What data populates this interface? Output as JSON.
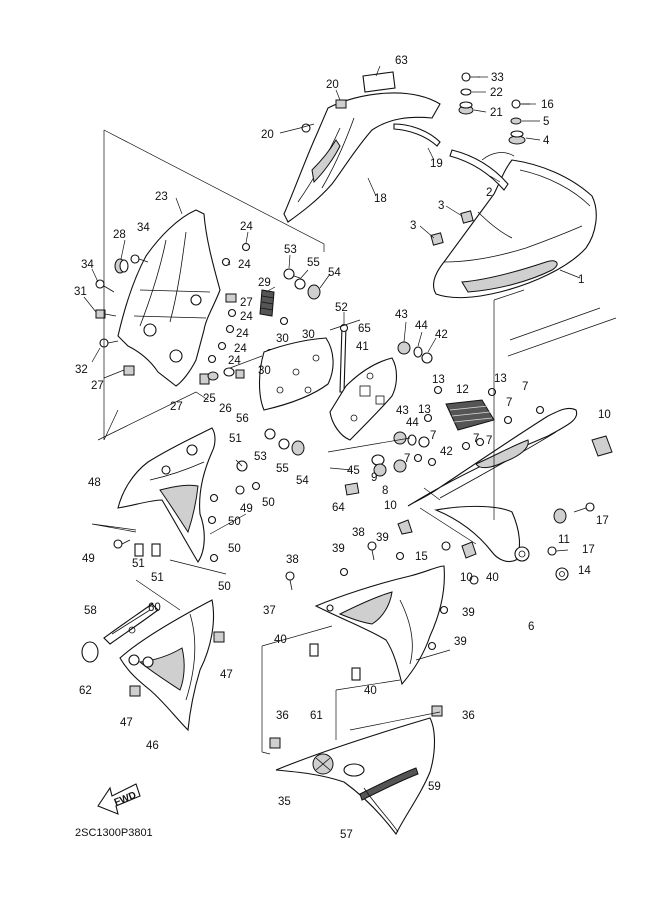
{
  "diagram": {
    "code": "2SC1300P3801",
    "fwd_label": "FWD",
    "callouts": [
      {
        "id": "c63",
        "text": "63"
      },
      {
        "id": "c20a",
        "text": "20"
      },
      {
        "id": "c20b",
        "text": "20"
      },
      {
        "id": "c33",
        "text": "33"
      },
      {
        "id": "c22",
        "text": "22"
      },
      {
        "id": "c21",
        "text": "21"
      },
      {
        "id": "c16",
        "text": "16"
      },
      {
        "id": "c5",
        "text": "5"
      },
      {
        "id": "c4",
        "text": "4"
      },
      {
        "id": "c19",
        "text": "19"
      },
      {
        "id": "c18",
        "text": "18"
      },
      {
        "id": "c2",
        "text": "2"
      },
      {
        "id": "c3a",
        "text": "3"
      },
      {
        "id": "c3b",
        "text": "3"
      },
      {
        "id": "c1",
        "text": "1"
      },
      {
        "id": "c23",
        "text": "23"
      },
      {
        "id": "c24a",
        "text": "24"
      },
      {
        "id": "c24b",
        "text": "24"
      },
      {
        "id": "c24c",
        "text": "24"
      },
      {
        "id": "c24d",
        "text": "24"
      },
      {
        "id": "c24e",
        "text": "24"
      },
      {
        "id": "c24f",
        "text": "24"
      },
      {
        "id": "c28",
        "text": "28"
      },
      {
        "id": "c34a",
        "text": "34"
      },
      {
        "id": "c34b",
        "text": "34"
      },
      {
        "id": "c31",
        "text": "31"
      },
      {
        "id": "c32",
        "text": "32"
      },
      {
        "id": "c27a",
        "text": "27"
      },
      {
        "id": "c27b",
        "text": "27"
      },
      {
        "id": "c27c",
        "text": "27"
      },
      {
        "id": "c53a",
        "text": "53"
      },
      {
        "id": "c55a",
        "text": "55"
      },
      {
        "id": "c54a",
        "text": "54"
      },
      {
        "id": "c29",
        "text": "29"
      },
      {
        "id": "c30a",
        "text": "30"
      },
      {
        "id": "c30b",
        "text": "30"
      },
      {
        "id": "c30c",
        "text": "30"
      },
      {
        "id": "c25",
        "text": "25"
      },
      {
        "id": "c26",
        "text": "26"
      },
      {
        "id": "c56",
        "text": "56"
      },
      {
        "id": "c52",
        "text": "52"
      },
      {
        "id": "c65",
        "text": "65"
      },
      {
        "id": "c43a",
        "text": "43"
      },
      {
        "id": "c44a",
        "text": "44"
      },
      {
        "id": "c42a",
        "text": "42"
      },
      {
        "id": "c41",
        "text": "41"
      },
      {
        "id": "c13a",
        "text": "13"
      },
      {
        "id": "c12",
        "text": "12"
      },
      {
        "id": "c13b",
        "text": "13"
      },
      {
        "id": "c13c",
        "text": "13"
      },
      {
        "id": "c7a",
        "text": "7"
      },
      {
        "id": "c7b",
        "text": "7"
      },
      {
        "id": "c7c",
        "text": "7"
      },
      {
        "id": "c7d",
        "text": "7"
      },
      {
        "id": "c7e",
        "text": "7"
      },
      {
        "id": "c7f",
        "text": "7"
      },
      {
        "id": "c10a",
        "text": "10"
      },
      {
        "id": "c43b",
        "text": "43"
      },
      {
        "id": "c44b",
        "text": "44"
      },
      {
        "id": "c42b",
        "text": "42"
      },
      {
        "id": "c51",
        "text": "51"
      },
      {
        "id": "c53b",
        "text": "53"
      },
      {
        "id": "c55b",
        "text": "55"
      },
      {
        "id": "c54b",
        "text": "54"
      },
      {
        "id": "c45",
        "text": "45"
      },
      {
        "id": "c9",
        "text": "9"
      },
      {
        "id": "c8",
        "text": "8"
      },
      {
        "id": "c64",
        "text": "64"
      },
      {
        "id": "c48",
        "text": "48"
      },
      {
        "id": "c50a",
        "text": "50"
      },
      {
        "id": "c49a",
        "text": "49"
      },
      {
        "id": "c50b",
        "text": "50"
      },
      {
        "id": "c50c",
        "text": "50"
      },
      {
        "id": "c50d",
        "text": "50"
      },
      {
        "id": "c49b",
        "text": "49"
      },
      {
        "id": "c51b",
        "text": "51"
      },
      {
        "id": "c51c",
        "text": "51"
      },
      {
        "id": "c10b",
        "text": "10"
      },
      {
        "id": "c39a",
        "text": "39"
      },
      {
        "id": "c15",
        "text": "15"
      },
      {
        "id": "c38a",
        "text": "38"
      },
      {
        "id": "c11",
        "text": "11"
      },
      {
        "id": "c17a",
        "text": "17"
      },
      {
        "id": "c17b",
        "text": "17"
      },
      {
        "id": "c14",
        "text": "14"
      },
      {
        "id": "c10c",
        "text": "10"
      },
      {
        "id": "c40a",
        "text": "40"
      },
      {
        "id": "c6",
        "text": "6"
      },
      {
        "id": "c38b",
        "text": "38"
      },
      {
        "id": "c39b",
        "text": "39"
      },
      {
        "id": "c37",
        "text": "37"
      },
      {
        "id": "c39c",
        "text": "39"
      },
      {
        "id": "c39d",
        "text": "39"
      },
      {
        "id": "c40b",
        "text": "40"
      },
      {
        "id": "c40c",
        "text": "40"
      },
      {
        "id": "c58",
        "text": "58"
      },
      {
        "id": "c60",
        "text": "60"
      },
      {
        "id": "c62",
        "text": "62"
      },
      {
        "id": "c47a",
        "text": "47"
      },
      {
        "id": "c47b",
        "text": "47"
      },
      {
        "id": "c46",
        "text": "46"
      },
      {
        "id": "c36a",
        "text": "36"
      },
      {
        "id": "c61",
        "text": "61"
      },
      {
        "id": "c36b",
        "text": "36"
      },
      {
        "id": "c59",
        "text": "59"
      },
      {
        "id": "c35",
        "text": "35"
      },
      {
        "id": "c57",
        "text": "57"
      }
    ]
  }
}
